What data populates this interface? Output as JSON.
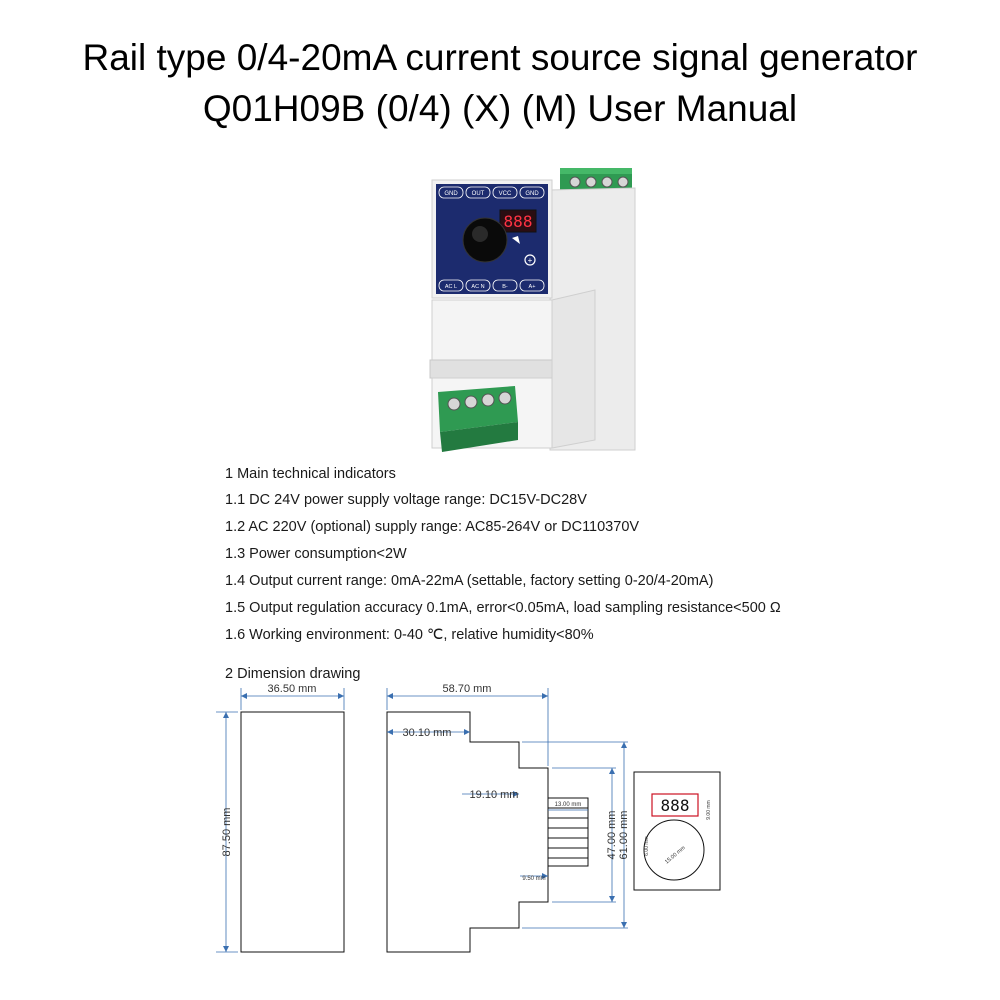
{
  "document": {
    "title_line1": "Rail type 0/4-20mA current source signal generator",
    "title_line2": "Q01H09B (0/4) (X) (M) User Manual"
  },
  "product_panel": {
    "top_labels": [
      "GND",
      "OUT",
      "VCC",
      "GND"
    ],
    "bottom_labels": [
      "AC L",
      "AC N",
      "B-",
      "A+"
    ],
    "display_digits": "888"
  },
  "specs": {
    "heading": "1 Main technical indicators",
    "items": [
      "1.1 DC 24V power supply voltage range: DC15V-DC28V",
      "1.2 AC 220V (optional) supply range: AC85-264V or DC110370V",
      "1.3 Power consumption<2W",
      "1.4 Output current range: 0mA-22mA (settable, factory setting 0-20/4-20mA)",
      "1.5 Output regulation accuracy 0.1mA, error<0.05mA, load sampling resistance<500 Ω",
      "1.6 Working environment: 0-40 ℃, relative humidity<80%"
    ]
  },
  "dimensions": {
    "heading": "2 Dimension drawing",
    "front_width": "36.50 mm",
    "front_height": "87.50 mm",
    "side_depth": "58.70 mm",
    "side_base": "30.10 mm",
    "side_step": "19.10 mm",
    "knob_gap": "13.00 mm",
    "knob_offset": "9.50 mm",
    "side_h1": "47.00 mm",
    "side_h2": "61.00 mm",
    "panel_display": "888",
    "panel_knob_dia": "15.00 mm",
    "panel_d1": "6.00 mm",
    "panel_d2": "9.00 mm"
  }
}
